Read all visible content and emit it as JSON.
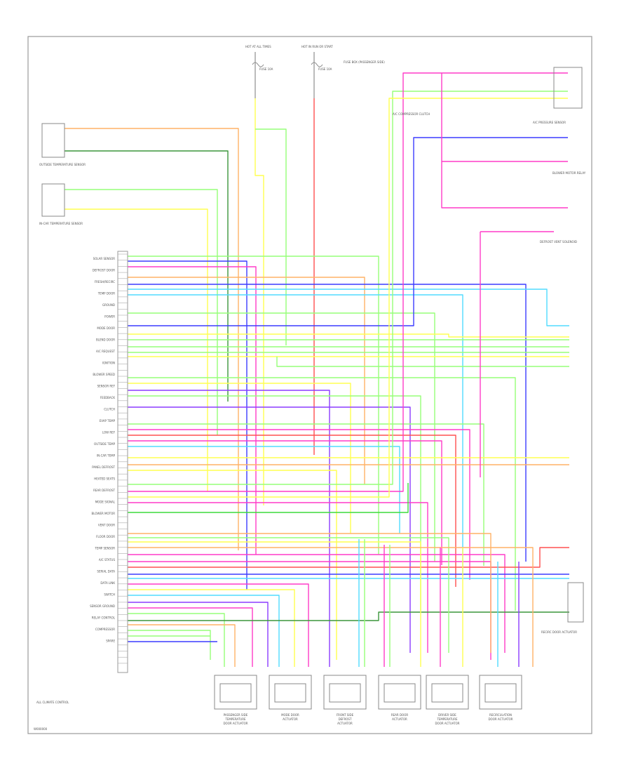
{
  "page": {
    "code": "W000000",
    "footer": "ALL CLIMATE CONTROL"
  },
  "top_fuses": [
    {
      "header": "HOT AT ALL TIMES",
      "fuse": "FUSE 10A"
    },
    {
      "header": "HOT IN RUN OR START",
      "fuse": "FUSE 10A"
    }
  ],
  "fuse_box_label": "FUSE BOX (PASSENGER SIDE)",
  "left_components": [
    "OUTSIDE TEMPERATURE SENSOR",
    "IN-CAR TEMPERATURE SENSOR"
  ],
  "right_components": [
    "A/C PRESSURE SENSOR",
    "A/C COMPRESSOR CLUTCH",
    "BLOWER MOTOR RELAY",
    "DEFROST VENT SOLENOID",
    "RECIRC DOOR ACTUATOR"
  ],
  "ecm_pins": [
    "SOLAR SENSOR",
    "DEFROST DOOR",
    "FRESH/RECIRC",
    "TEMP DOOR",
    "GROUND",
    "POWER",
    "MODE DOOR",
    "BLEND DOOR",
    "A/C REQUEST",
    "IGNITION",
    "BLOWER SPEED",
    "SENSOR REF",
    "FEEDBACK",
    "CLUTCH",
    "EVAP TEMP",
    "LOW REF",
    "OUTSIDE TEMP",
    "IN-CAR TEMP",
    "PANEL DEFROST",
    "HEATED SEATS",
    "REAR DEFROST",
    "MODE SIGNAL",
    "BLOWER MOTOR",
    "VENT DOOR",
    "FLOOR DOOR",
    "TEMP SENSOR",
    "A/C STATUS",
    "SERIAL DATA",
    "DATA LINK",
    "SWITCH",
    "SENSOR GROUND",
    "RELAY CONTROL",
    "COMPRESSOR",
    "SPARE"
  ],
  "bottom_components": [
    "PASSENGER SIDE TEMPERATURE DOOR ACTUATOR",
    "MODE DOOR ACTUATOR",
    "FRONT SIDE DEFROST ACTUATOR",
    "REAR DOOR ACTUATOR",
    "DRIVER SIDE TEMPERATURE DOOR ACTUATOR",
    "RECIRCULATION DOOR ACTUATOR"
  ],
  "colors": {
    "pink": "#ff3cc8",
    "red": "#ff5050",
    "orange": "#ffb266",
    "yellow": "#ffff50",
    "green": "#3cdc3c",
    "lightgreen": "#96ff78",
    "darkgreen": "#3c963c",
    "blue": "#3c3cff",
    "cyan": "#50dcff",
    "purple": "#8c3cff",
    "brown": "#a0644b"
  }
}
